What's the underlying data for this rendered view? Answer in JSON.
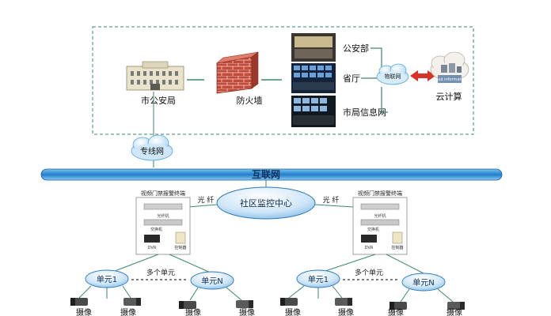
{
  "colors": {
    "internet_bar": "#2f8fd8",
    "cloud_fill": "#bfe0f7",
    "border_dashed": "#3a8a6a",
    "arrow_red": "#d8322a",
    "brick": "#c24a3a"
  },
  "top_panel": {
    "city_police": "市公安局",
    "firewall": "防火墙",
    "public_security_bureau": "公安部",
    "province": "省厅",
    "city_info_network": "市局信息网",
    "iot_cloud": "物联网",
    "cloud_computing": "云计算",
    "cloud_card_text": "cloud information"
  },
  "dedicated_network": "专线网",
  "internet": "互联网",
  "monitor_center": "社区监控中心",
  "fiber_left": "光 纤",
  "fiber_right": "光 纤",
  "terminal_left": {
    "title": "视频门禁报警终端",
    "optical": "光纤机",
    "switch": "交换机",
    "dvr": "DVR",
    "controller": "控制器"
  },
  "terminal_right": {
    "title": "视频门禁报警终端",
    "optical": "光纤机",
    "switch": "交换机",
    "dvr": "DVR",
    "controller": "控制器"
  },
  "units_left": {
    "unit1": "单元1",
    "unitN": "单元N",
    "multi": "多个单元"
  },
  "units_right": {
    "unit1": "单元1",
    "unitN": "单元N",
    "multi": "多个单元"
  },
  "camera_label": "摄像"
}
